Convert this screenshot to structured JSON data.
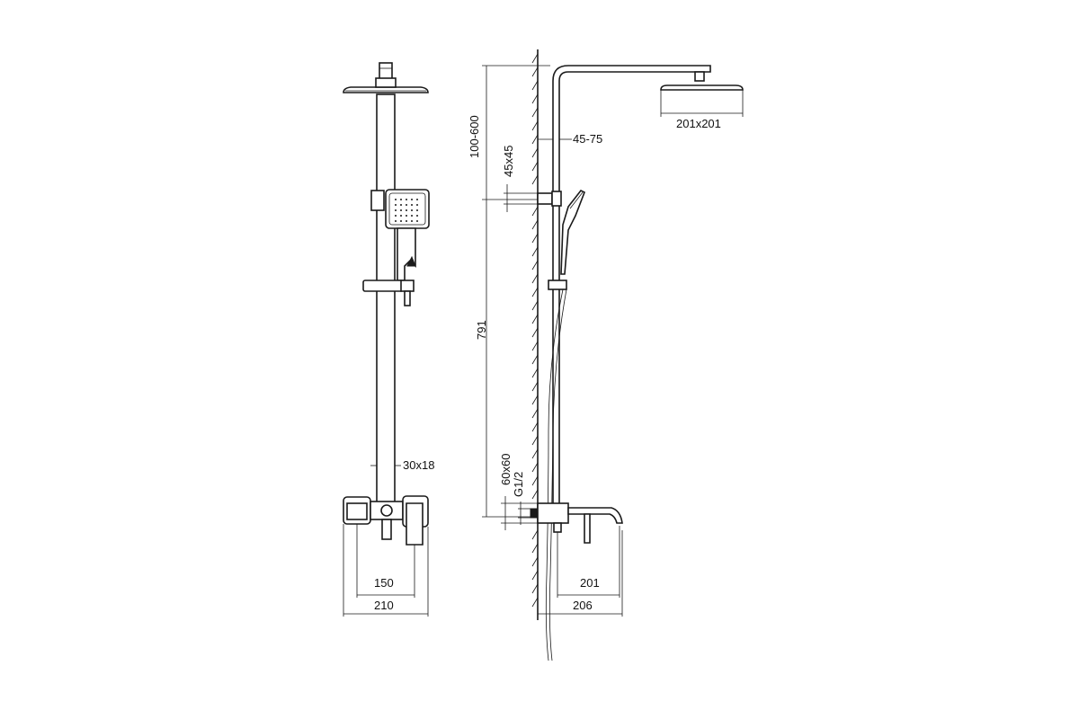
{
  "drawing": {
    "views": [
      "front-view",
      "side-view"
    ],
    "dimensions": {
      "rod_section": "30x18",
      "axis_distance": "150",
      "total_width_front": "210",
      "ceiling_height": "100-600",
      "wall_bracket": "45x45",
      "wall_offset": "45-75",
      "head_size": "201x201",
      "rod_length": "791",
      "mixer_block": "60x60",
      "thread": "G1/2",
      "spout_length": "201",
      "total_depth_side": "206"
    }
  }
}
